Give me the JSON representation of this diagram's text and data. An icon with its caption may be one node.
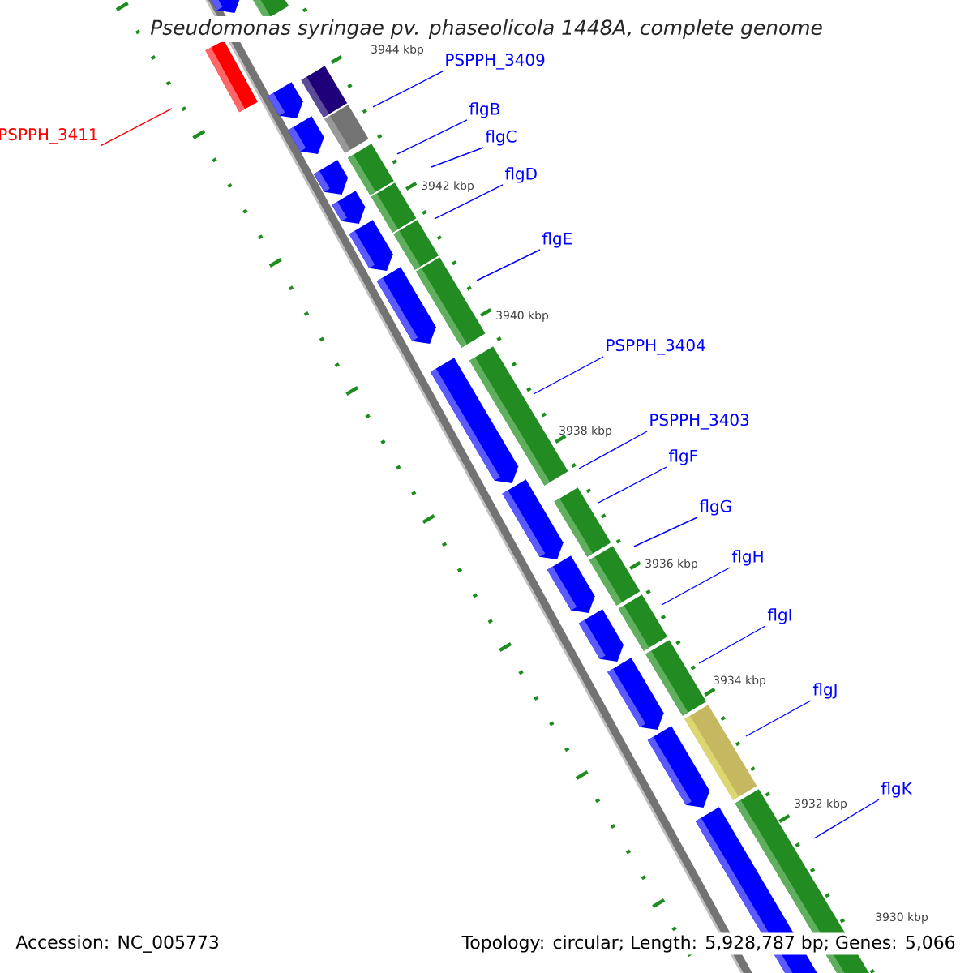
{
  "diagram": {
    "title": "Pseudomonas syringae pv. phaseolicola 1448A, complete genome",
    "nodes": [
      {
        "text": [
          "PSPPH_3411"
        ]
      },
      {
        "text": [
          "PSPPH_3409"
        ]
      },
      {
        "text": [
          "flgB"
        ]
      },
      {
        "text": [
          "flgC"
        ]
      },
      {
        "text": [
          "flgD"
        ]
      },
      {
        "text": [
          "flgE"
        ]
      },
      {
        "text": [
          "PSPPH_3404"
        ]
      },
      {
        "text": [
          "PSPPH_3403"
        ]
      },
      {
        "text": [
          "flgF"
        ]
      },
      {
        "text": [
          "flgG"
        ]
      },
      {
        "text": [
          "flgH"
        ]
      },
      {
        "text": [
          "flgI"
        ]
      },
      {
        "text": [
          "flgJ"
        ]
      },
      {
        "text": [
          "flgK"
        ]
      }
    ],
    "edges": [
      {
        "from": 0,
        "to": null,
        "arrow": "none",
        "color": "#ff0000"
      },
      {
        "from": 1,
        "to": null,
        "arrow": "none"
      },
      {
        "from": 2,
        "to": null,
        "arrow": "none"
      },
      {
        "from": 3,
        "to": null,
        "arrow": "none"
      },
      {
        "from": 4,
        "to": null,
        "arrow": "none"
      },
      {
        "from": 5,
        "to": null,
        "arrow": "none"
      },
      {
        "from": 6,
        "to": null,
        "arrow": "none"
      },
      {
        "from": 7,
        "to": null,
        "arrow": "none"
      },
      {
        "from": 8,
        "to": null,
        "arrow": "none"
      },
      {
        "from": 9,
        "to": null,
        "arrow": "none"
      },
      {
        "from": 10,
        "to": null,
        "arrow": "none"
      },
      {
        "from": 11,
        "to": null,
        "arrow": "none"
      },
      {
        "from": 12,
        "to": null,
        "arrow": "none"
      },
      {
        "from": 13,
        "to": null,
        "arrow": "none"
      }
    ],
    "labels": [
      "3944 kbp",
      "3942 kbp",
      "3940 kbp",
      "3938 kbp",
      "3936 kbp",
      "3934 kbp",
      "3932 kbp",
      "3930 kbp",
      "Accession: NC_005773",
      "Topology: circular; Length: 5,928,787 bp; Genes: 5,066"
    ]
  }
}
